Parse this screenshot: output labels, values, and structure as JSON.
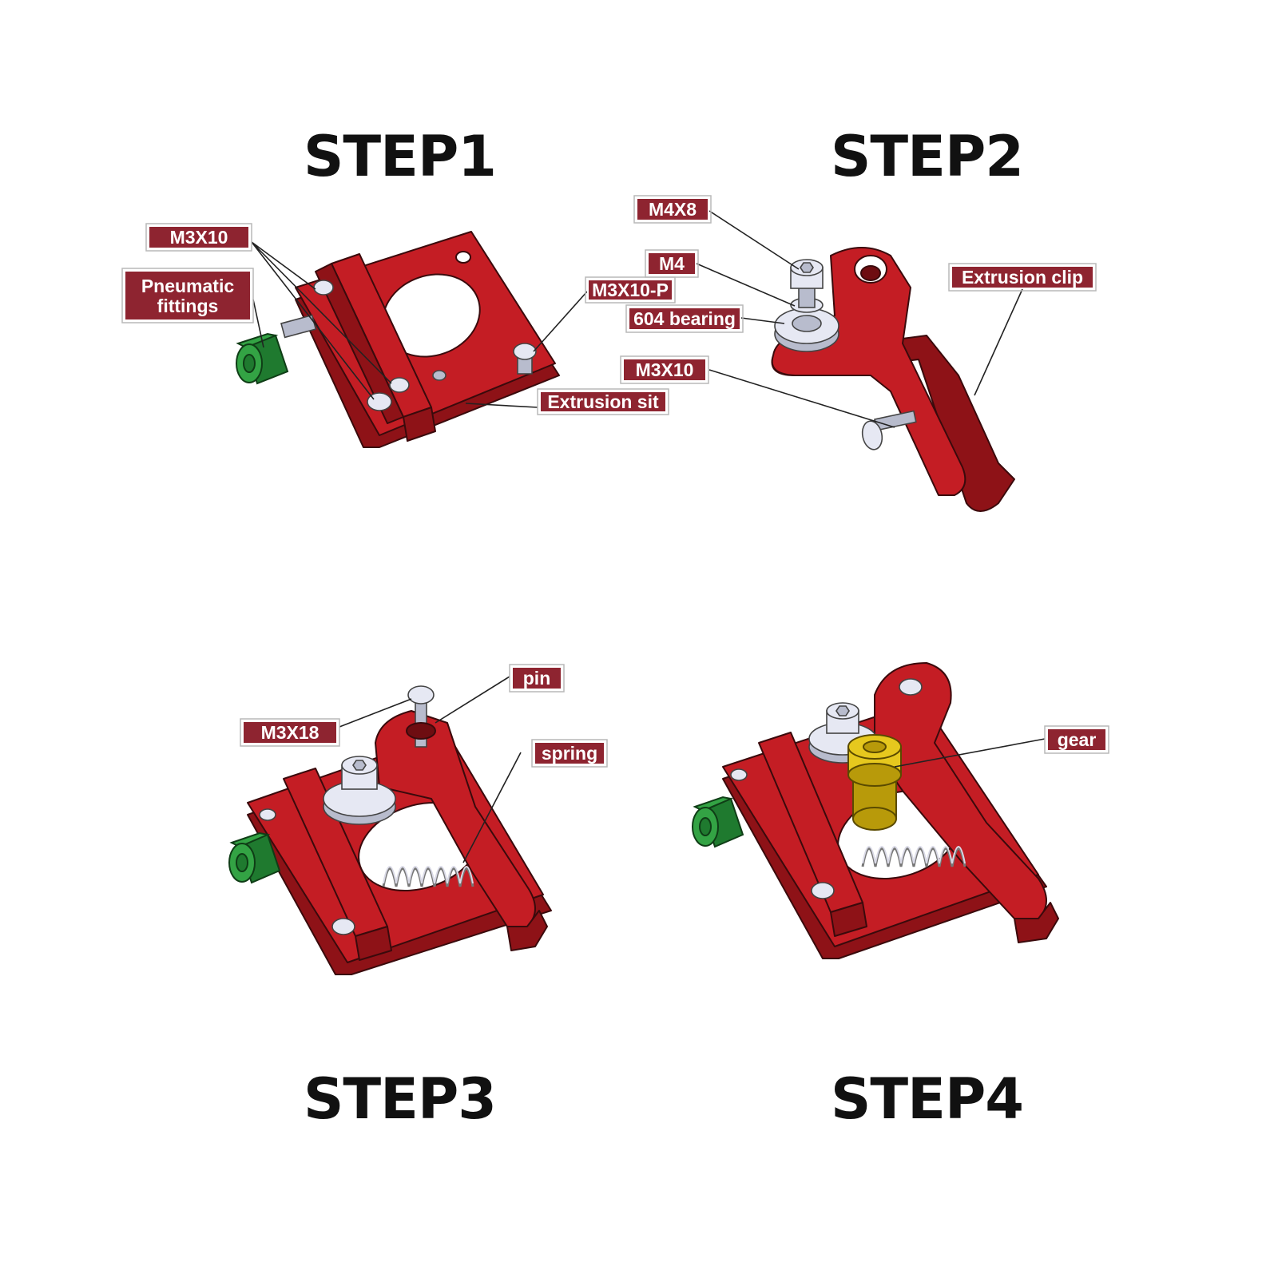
{
  "steps": [
    {
      "title": "STEP1",
      "labels": [
        "M3X10",
        "Pneumatic",
        "fittings",
        "M3X10-P",
        "Extrusion sit"
      ]
    },
    {
      "title": "STEP2",
      "labels": [
        "M4X8",
        "M4",
        "604 bearing",
        "M3X10",
        "Extrusion clip"
      ]
    },
    {
      "title": "STEP3",
      "labels": [
        "pin",
        "M3X18",
        "spring"
      ]
    },
    {
      "title": "STEP4",
      "labels": [
        "gear"
      ]
    }
  ],
  "colors": {
    "part_red": "#c41d24",
    "label_bg": "#8e2430",
    "fitting_green": "#33a344",
    "gear_gold": "#e6c81e",
    "hardware_metal": "#e6e8f3"
  },
  "icons": [
    "hex-socket-screw-icon",
    "pneumatic-fitting-icon",
    "bearing-icon",
    "spring-icon",
    "gear-icon"
  ]
}
